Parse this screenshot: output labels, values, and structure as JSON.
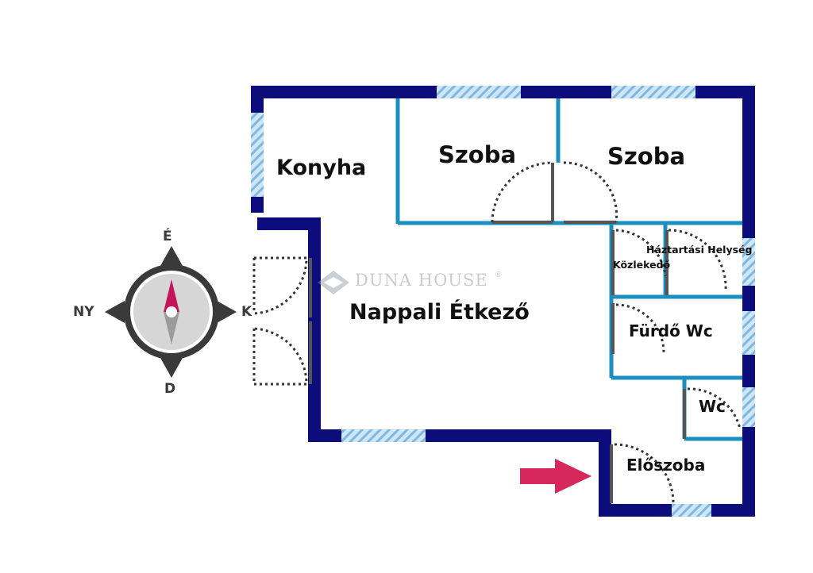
{
  "rooms": {
    "konyha": "Konyha",
    "szoba_1": "Szoba",
    "szoba_2": "Szoba",
    "haztartasi": "Háztartási Helység",
    "kozlekedo": "Közlekedő",
    "nappali": "Nappali Étkező",
    "furdo": "Fürdő Wc",
    "wc": "Wc",
    "eloszoba": "Előszoba"
  },
  "compass": {
    "north": "É",
    "south": "D",
    "west": "NY",
    "east": "K"
  },
  "watermark": {
    "brand": "Duna House",
    "trademark": "®"
  },
  "colors": {
    "outer_wall": "#0c0c7a",
    "inner_wall": "#1b8fc0",
    "window": "#a9d3ef",
    "door_swing": "#333333",
    "entrance_arrow": "#d6285a",
    "compass_needle_north": "#c4155a"
  },
  "icons": {
    "compass": "compass-rose-icon",
    "entrance": "entrance-arrow-icon",
    "logo": "duna-house-logo-icon"
  }
}
